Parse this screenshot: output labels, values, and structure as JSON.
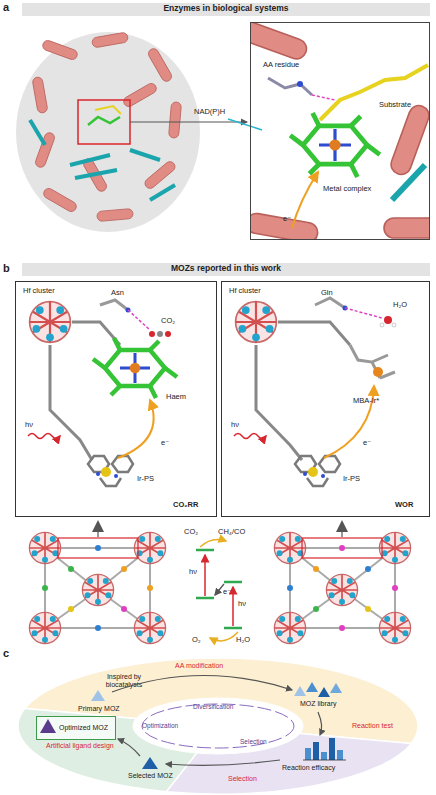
{
  "diagram": {
    "nodes": [
      {
        "text": [
          "Enzymes in biological systems"
        ]
      },
      {
        "text": [
          "AA residue",
          "Substrate",
          "Metal complex",
          "e⁻"
        ]
      },
      {
        "text": [
          "MOZs reported in this work"
        ]
      },
      {
        "text": [
          "Hf cluster",
          "Asn",
          "CO₂",
          "Haem",
          "hν",
          "e⁻",
          "Ir-PS",
          "CO₂RR"
        ]
      },
      {
        "text": [
          "Hf cluster",
          "Gln",
          "H₂O",
          "hν",
          "MBA-Ir*",
          "e⁻",
          "Ir-PS",
          "WOR"
        ]
      },
      {
        "text": [
          "Inspired by biocatalysts",
          "Primary MOZ",
          "AA modification",
          "MOZ library",
          "Reaction test"
        ]
      },
      {
        "text": [
          "Reaction efficacy",
          "Selection"
        ]
      },
      {
        "text": [
          "Selected MOZ",
          "Artificial ligand design"
        ]
      },
      {
        "text": [
          "Optimized MOZ"
        ],
        "in": 7
      }
    ],
    "labels": [
      "a",
      "NAD(P)H",
      "b",
      "CO₂",
      "CH₄/CO",
      "e⁻",
      "hν",
      "hν",
      "O₂",
      "H₂O",
      "c",
      "Diversification",
      "Selection",
      "Optimization"
    ]
  }
}
